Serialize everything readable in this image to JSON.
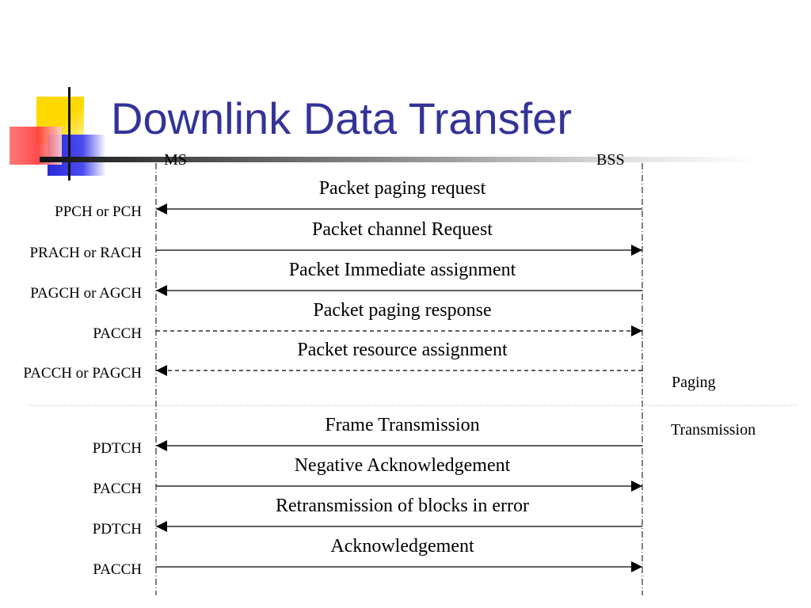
{
  "slide": {
    "title": "Downlink Data Transfer"
  },
  "entities": {
    "left": "MS",
    "right": "BSS"
  },
  "phases": {
    "paging": "Paging",
    "transmission": "Transmission"
  },
  "messages": [
    {
      "label": "Packet paging request",
      "channel": "PPCH or PCH",
      "direction": "to-ms",
      "style": "solid"
    },
    {
      "label": "Packet channel Request",
      "channel": "PRACH or RACH",
      "direction": "to-bss",
      "style": "solid"
    },
    {
      "label": "Packet Immediate assignment",
      "channel": "PAGCH or AGCH",
      "direction": "to-ms",
      "style": "solid"
    },
    {
      "label": "Packet paging response",
      "channel": "PACCH",
      "direction": "to-bss",
      "style": "dashed"
    },
    {
      "label": "Packet resource assignment",
      "channel": "PACCH or PAGCH",
      "direction": "to-ms",
      "style": "dashed"
    },
    {
      "label": "Frame Transmission",
      "channel": "PDTCH",
      "direction": "to-ms",
      "style": "solid"
    },
    {
      "label": "Negative Acknowledgement",
      "channel": "PACCH",
      "direction": "to-bss",
      "style": "solid"
    },
    {
      "label": "Retransmission of blocks in error",
      "channel": "PDTCH",
      "direction": "to-ms",
      "style": "solid"
    },
    {
      "label": "Acknowledgement",
      "channel": "PACCH",
      "direction": "to-bss",
      "style": "solid"
    }
  ]
}
